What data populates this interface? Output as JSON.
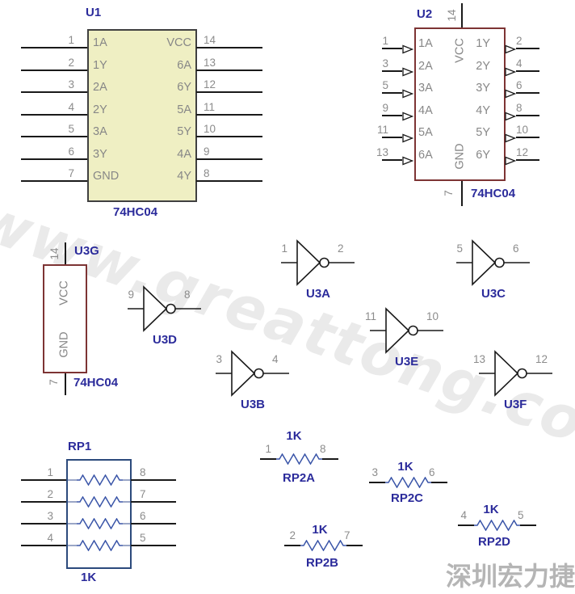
{
  "palette": {
    "label_navy": "#2b2b9b",
    "pin_gray": "#8c8c8c",
    "wire_black": "#1a1a1a",
    "chip_fill_yellow": "#efefc3",
    "chip_border_dark": "#404040",
    "chip_border_maroon": "#7d3434",
    "resistor_blue": "#3a55a8",
    "rp1_border_navy": "#2c4a7c",
    "watermark_gray": "#eaeaea",
    "brand_gray": "#b5b5b5"
  },
  "watermark": "www.greattong.com",
  "brand": "深圳宏力捷",
  "u1": {
    "ref": "U1",
    "part": "74HC04",
    "left_pins": [
      {
        "num": "1",
        "name": "1A"
      },
      {
        "num": "2",
        "name": "1Y"
      },
      {
        "num": "3",
        "name": "2A"
      },
      {
        "num": "4",
        "name": "2Y"
      },
      {
        "num": "5",
        "name": "3A"
      },
      {
        "num": "6",
        "name": "3Y"
      },
      {
        "num": "7",
        "name": "GND"
      }
    ],
    "right_pins": [
      {
        "num": "14",
        "name": "VCC"
      },
      {
        "num": "13",
        "name": "6A"
      },
      {
        "num": "12",
        "name": "6Y"
      },
      {
        "num": "11",
        "name": "5A"
      },
      {
        "num": "10",
        "name": "5Y"
      },
      {
        "num": "9",
        "name": "4A"
      },
      {
        "num": "8",
        "name": "4Y"
      }
    ]
  },
  "u2": {
    "ref": "U2",
    "part": "74HC04",
    "vcc": "VCC",
    "gnd": "GND",
    "top_num": "14",
    "bottom_num": "7",
    "left_pins": [
      {
        "num": "1",
        "name": "1A"
      },
      {
        "num": "3",
        "name": "2A"
      },
      {
        "num": "5",
        "name": "3A"
      },
      {
        "num": "9",
        "name": "4A"
      },
      {
        "num": "11",
        "name": "5A"
      },
      {
        "num": "13",
        "name": "6A"
      }
    ],
    "right_pins": [
      {
        "num": "2",
        "name": "1Y"
      },
      {
        "num": "4",
        "name": "2Y"
      },
      {
        "num": "6",
        "name": "3Y"
      },
      {
        "num": "8",
        "name": "4Y"
      },
      {
        "num": "10",
        "name": "5Y"
      },
      {
        "num": "12",
        "name": "6Y"
      }
    ]
  },
  "u3g": {
    "ref": "U3G",
    "part": "74HC04",
    "vcc": "VCC",
    "gnd": "GND",
    "top_num": "14",
    "bottom_num": "7"
  },
  "gates": [
    {
      "ref": "U3A",
      "in_pin": "1",
      "out_pin": "2"
    },
    {
      "ref": "U3B",
      "in_pin": "3",
      "out_pin": "4"
    },
    {
      "ref": "U3C",
      "in_pin": "5",
      "out_pin": "6"
    },
    {
      "ref": "U3D",
      "in_pin": "9",
      "out_pin": "8"
    },
    {
      "ref": "U3E",
      "in_pin": "11",
      "out_pin": "10"
    },
    {
      "ref": "U3F",
      "in_pin": "13",
      "out_pin": "12"
    }
  ],
  "rp1": {
    "ref": "RP1",
    "value": "1K",
    "rows": [
      {
        "left": "1",
        "right": "8"
      },
      {
        "left": "2",
        "right": "7"
      },
      {
        "left": "3",
        "right": "6"
      },
      {
        "left": "4",
        "right": "5"
      }
    ]
  },
  "resistors": [
    {
      "ref": "RP2A",
      "value": "1K",
      "left_pin": "1",
      "right_pin": "8"
    },
    {
      "ref": "RP2B",
      "value": "1K",
      "left_pin": "2",
      "right_pin": "7"
    },
    {
      "ref": "RP2C",
      "value": "1K",
      "left_pin": "3",
      "right_pin": "6"
    },
    {
      "ref": "RP2D",
      "value": "1K",
      "left_pin": "4",
      "right_pin": "5"
    }
  ]
}
